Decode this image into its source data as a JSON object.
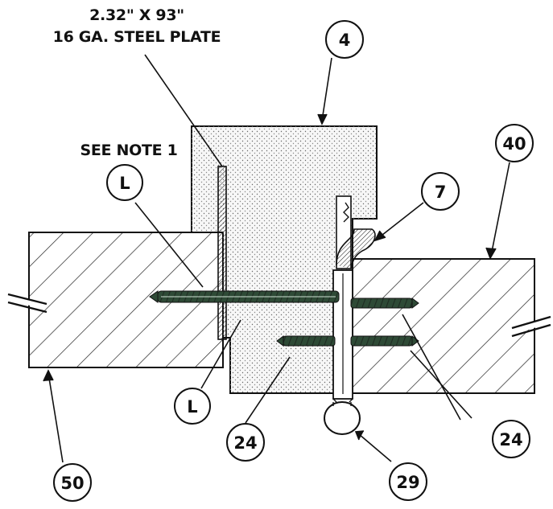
{
  "notes": {
    "plate_line1": "2.32\" X 93\"",
    "plate_line2": "16 GA. STEEL PLATE",
    "see_note": "SEE NOTE 1"
  },
  "callouts": {
    "c4": "4",
    "c40": "40",
    "c7": "7",
    "cL_top": "L",
    "cL_bottom": "L",
    "c24_left": "24",
    "c24_right": "24",
    "c29": "29",
    "c50": "50"
  },
  "colors": {
    "ink": "#111111",
    "screw_fill": "#2e4a36",
    "core_fill": "#f2f2f2"
  }
}
